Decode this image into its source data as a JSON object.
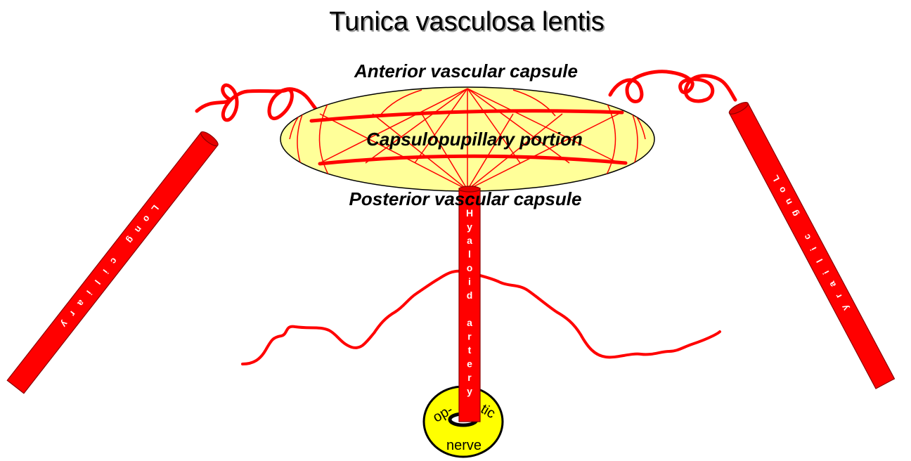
{
  "title": "Tunica vasculosa lentis",
  "labels": {
    "anterior": "Anterior vascular capsule",
    "capsulopupillary": "Capsulopupillary portion",
    "posterior": "Posterior vascular capsule"
  },
  "hyaloid_artery": "Hyaloid artery",
  "long_ciliary_left": "Long ciliary",
  "long_ciliary_right": "Long ciliary",
  "optic_nerve": {
    "part1": "op-",
    "part2": "tic",
    "part3": "nerve"
  },
  "colors": {
    "vessel": "#ff0000",
    "vessel_dark": "#b00000",
    "capsule_fill": "#ffff99",
    "nerve_fill": "#ffff00",
    "outline": "#000000",
    "title": "#000000"
  }
}
